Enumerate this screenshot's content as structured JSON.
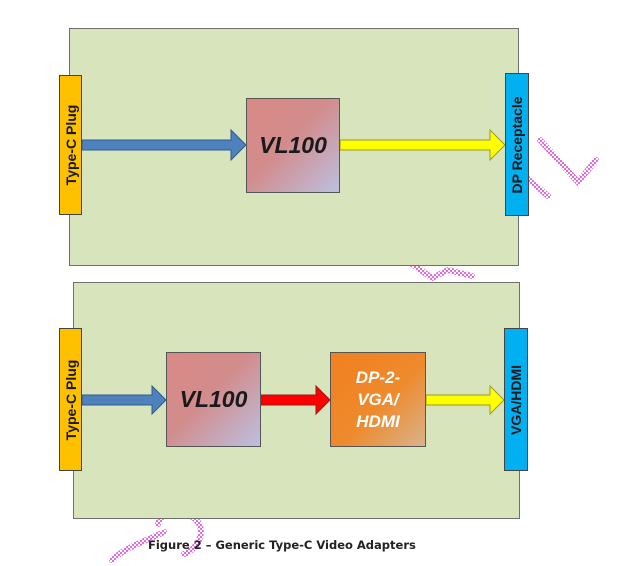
{
  "top_diagram": {
    "left_connector": "Type-C Plug",
    "chip": "VL100",
    "right_connector": "DP Receptacle"
  },
  "bottom_diagram": {
    "left_connector": "Type-C Plug",
    "chip": "VL100",
    "converter_lines": [
      "DP-2-",
      "VGA/",
      "HDMI"
    ],
    "right_connector": "VGA/HDMI"
  },
  "caption": "Figure 2  – Generic Type-C Video Adapters",
  "colors": {
    "panel": "#d7e4bc",
    "connector_left": "#ffc000",
    "connector_right": "#00b0f0",
    "arrow_in": "#4f81bd",
    "arrow_out": "#ffff00",
    "arrow_mid": "#ff0000",
    "watermark": "#f08cf0"
  }
}
